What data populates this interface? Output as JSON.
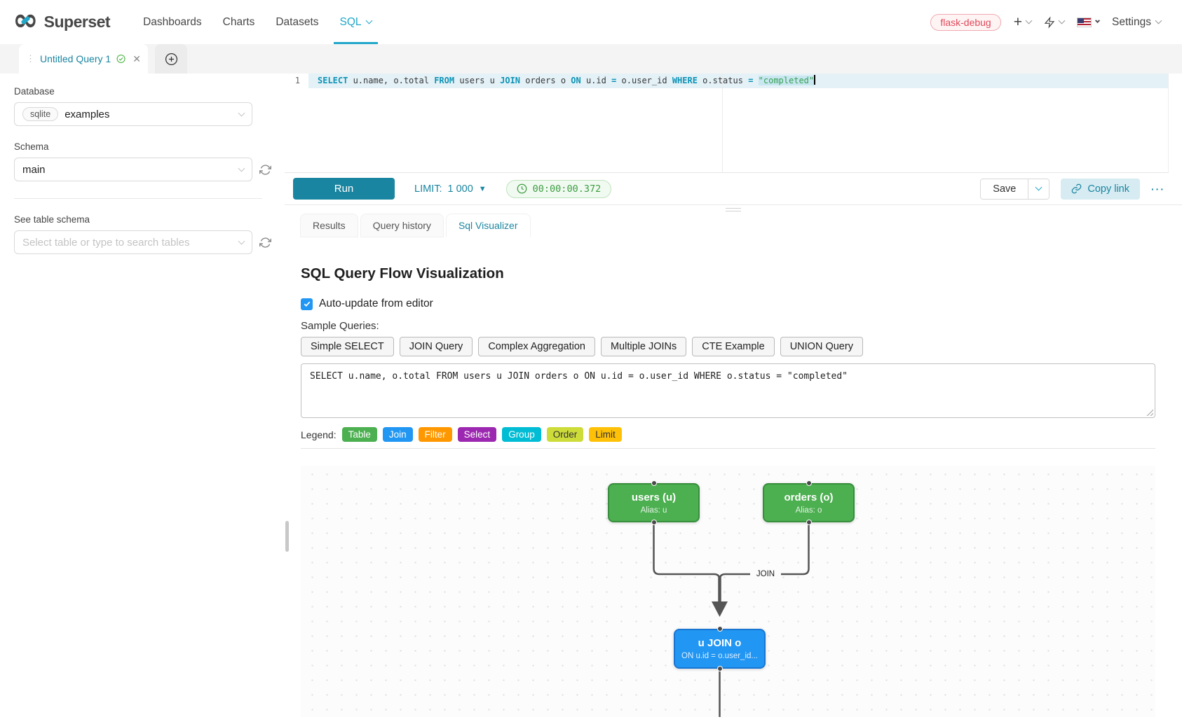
{
  "navbar": {
    "brand": "Superset",
    "items": [
      {
        "label": "Dashboards"
      },
      {
        "label": "Charts"
      },
      {
        "label": "Datasets"
      },
      {
        "label": "SQL"
      }
    ],
    "env_badge": "flask-debug",
    "settings_label": "Settings",
    "icons": {
      "add": "plus-icon",
      "sqllab": "lightning-icon",
      "language": "us-flag-icon"
    }
  },
  "tabstrip": {
    "active_tab_label": "Untitled Query 1",
    "new_tab_icon": "plus-circle-icon"
  },
  "sidebar": {
    "database_label": "Database",
    "database_engine": "sqlite",
    "database_value": "examples",
    "schema_label": "Schema",
    "schema_value": "main",
    "table_label": "See table schema",
    "table_placeholder": "Select table or type to search tables"
  },
  "editor": {
    "line_number": "1",
    "tokens": [
      {
        "t": "SELECT"
      },
      {
        "t": " u.name, o.total "
      },
      {
        "t": "FROM"
      },
      {
        "t": " users u "
      },
      {
        "t": "JOIN"
      },
      {
        "t": " orders o "
      },
      {
        "t": "ON"
      },
      {
        "t": " u.id "
      },
      {
        "t": "="
      },
      {
        "t": " o.user_id "
      },
      {
        "t": "WHERE"
      },
      {
        "t": " o.status "
      },
      {
        "t": "="
      },
      {
        "t": " "
      },
      {
        "t": "\"completed\""
      }
    ]
  },
  "toolbar": {
    "run_label": "Run",
    "limit_label": "LIMIT:",
    "limit_value": "1 000",
    "timer_value": "00:00:00.372",
    "save_label": "Save",
    "copy_link_label": "Copy link",
    "more_label": "···"
  },
  "result_tabs": [
    {
      "label": "Results",
      "active": false
    },
    {
      "label": "Query history",
      "active": false
    },
    {
      "label": "Sql Visualizer",
      "active": true
    }
  ],
  "visualizer": {
    "title": "SQL Query Flow Visualization",
    "auto_update_label": "Auto-update from editor",
    "auto_update_checked": true,
    "check_glyph": "✓",
    "sample_queries_label": "Sample Queries:",
    "sample_buttons": [
      "Simple SELECT",
      "JOIN Query",
      "Complex Aggregation",
      "Multiple JOINs",
      "CTE Example",
      "UNION Query"
    ],
    "query_text": "SELECT u.name, o.total FROM users u JOIN orders o ON u.id = o.user_id WHERE o.status = \"completed\"",
    "legend_label": "Legend:",
    "legend_items": [
      {
        "label": "Table",
        "color": "#4CAF50",
        "text": "#ffffff"
      },
      {
        "label": "Join",
        "color": "#2196F3",
        "text": "#ffffff"
      },
      {
        "label": "Filter",
        "color": "#FF9800",
        "text": "#ffffff"
      },
      {
        "label": "Select",
        "color": "#9C27B0",
        "text": "#ffffff"
      },
      {
        "label": "Group",
        "color": "#00BCD4",
        "text": "#ffffff"
      },
      {
        "label": "Order",
        "color": "#CDDC39",
        "text": "#333333"
      },
      {
        "label": "Limit",
        "color": "#FFC107",
        "text": "#333333"
      }
    ],
    "flow": {
      "nodes": [
        {
          "id": "users",
          "title": "users (u)",
          "subtitle": "Alias: u",
          "color": "#4CAF50",
          "border": "#388E3C"
        },
        {
          "id": "orders",
          "title": "orders (o)",
          "subtitle": "Alias: o",
          "color": "#4CAF50",
          "border": "#388E3C"
        },
        {
          "id": "join",
          "title": "u JOIN o",
          "subtitle": "ON u.id = o.user_id...",
          "color": "#2196F3",
          "border": "#1976D2"
        }
      ],
      "edge_label": "JOIN",
      "edge_color": "#555555"
    }
  }
}
